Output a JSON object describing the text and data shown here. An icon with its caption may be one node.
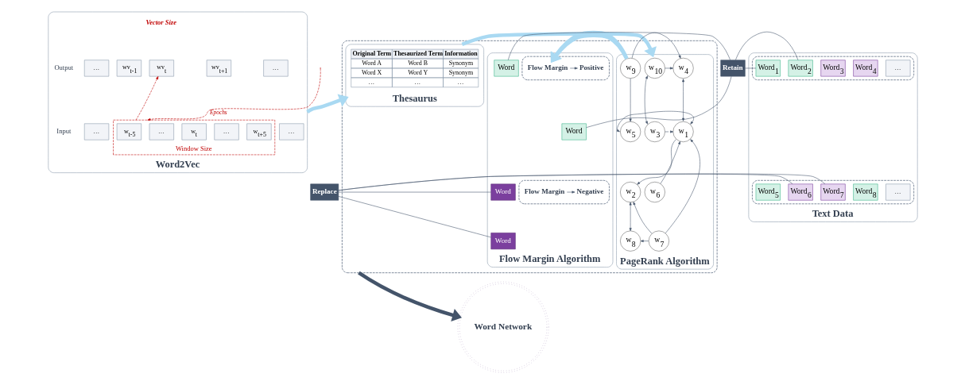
{
  "diagram": {
    "nodes": [
      {
        "text": [
          "Word2Vec"
        ]
      },
      {
        "text": [
          "…"
        ],
        "in": 0
      },
      {
        "text": [
          "wv$_{t-1}$"
        ],
        "in": 0
      },
      {
        "text": [
          "wv$_{t}$"
        ],
        "in": 0
      },
      {
        "text": [
          "wv$_{t+1}$"
        ],
        "in": 0
      },
      {
        "text": [
          "…"
        ],
        "in": 0
      },
      {
        "text": [
          "…"
        ],
        "in": 0
      },
      {
        "text": [
          "Window Size"
        ],
        "in": 0
      },
      {
        "text": [
          "w$_{t-5}$"
        ],
        "in": 7
      },
      {
        "text": [
          "…"
        ],
        "in": 7
      },
      {
        "text": [
          "w$_{t}$"
        ],
        "in": 7
      },
      {
        "text": [
          "…"
        ],
        "in": 7
      },
      {
        "text": [
          "w$_{t+5}$"
        ],
        "in": 7
      },
      {
        "text": [
          "…"
        ],
        "in": 0
      },
      {
        "text": [],
        "shape": "box"
      },
      {
        "text": [
          "Thesaurus"
        ],
        "in": 14
      },
      {
        "text": [
          "Original Term",
          "Thesaurized Term",
          "Information",
          "Word A",
          "Word B",
          "Synonym",
          "Word X",
          "Word Y",
          "Synonym",
          "…",
          "…",
          "…"
        ],
        "in": 15
      },
      {
        "text": [
          "PageRank Algorithm"
        ],
        "in": 14
      },
      {
        "text": [
          "w$_{10}$"
        ],
        "in": 17
      },
      {
        "text": [
          "w$_{4}$"
        ],
        "in": 17
      },
      {
        "text": [
          "w$_{9}$"
        ],
        "in": 17
      },
      {
        "text": [
          "w$_{3}$"
        ],
        "in": 17
      },
      {
        "text": [
          "w$_{5}$"
        ],
        "in": 17
      },
      {
        "text": [
          "w$_{1}$"
        ],
        "in": 17
      },
      {
        "text": [
          "w$_{2}$"
        ],
        "in": 17
      },
      {
        "text": [
          "w$_{6}$"
        ],
        "in": 17
      },
      {
        "text": [
          "w$_{8}$"
        ],
        "in": 17
      },
      {
        "text": [
          "w$_{7}$"
        ],
        "in": 17
      },
      {
        "text": [
          "Flow Margin Algorithm"
        ],
        "in": 14
      },
      {
        "text": [],
        "shape": "box",
        "in": 28
      },
      {
        "text": [
          "Flow Margin"
        ],
        "in": 29
      },
      {
        "text": [
          "Positive"
        ],
        "in": 29
      },
      {
        "text": [
          "Word"
        ],
        "in": 28
      },
      {
        "text": [
          "Word"
        ],
        "in": 28
      },
      {
        "text": [],
        "shape": "box",
        "in": 28
      },
      {
        "text": [
          "Flow Margin"
        ],
        "in": 34
      },
      {
        "text": [
          "Negative"
        ],
        "in": 34
      },
      {
        "text": [
          "Word"
        ],
        "in": 28
      },
      {
        "text": [
          "Word"
        ],
        "in": 28
      },
      {
        "text": [
          "Retain"
        ]
      },
      {
        "text": [
          "Replace"
        ]
      },
      {
        "text": [
          "Text Data"
        ]
      },
      {
        "text": [],
        "shape": "box",
        "in": 41
      },
      {
        "text": [
          "Word$_{1}$"
        ],
        "in": 42
      },
      {
        "text": [
          "Word$_{2}$"
        ],
        "in": 42
      },
      {
        "text": [
          "Word$_{3}$"
        ],
        "in": 42
      },
      {
        "text": [
          "Word$_{4}$"
        ],
        "in": 42
      },
      {
        "text": [
          "…"
        ],
        "in": 42
      },
      {
        "text": [],
        "shape": "box",
        "in": 41
      },
      {
        "text": [
          "Word$_{5}$"
        ],
        "in": 48
      },
      {
        "text": [
          "Word$_{6}$"
        ],
        "in": 48
      },
      {
        "text": [
          "Word$_{7}$"
        ],
        "in": 48
      },
      {
        "text": [
          "Word$_{8}$"
        ],
        "in": 48
      },
      {
        "text": [
          "…"
        ],
        "in": 48
      },
      {
        "text": [
          "Word Network"
        ]
      }
    ],
    "edges": [
      {
        "from": 7,
        "to": 3,
        "arrow": "to",
        "style": "dashed",
        "color": "#c00000"
      },
      {
        "from": null,
        "to": 7,
        "arrow": "to",
        "label": "Epochs",
        "style": "dashed",
        "color": "#c00000"
      },
      {
        "from": 0,
        "to": 15,
        "arrow": "to",
        "style": "thick",
        "color": "#a9d9f2"
      },
      {
        "from": 15,
        "to": 17,
        "arrow": "to",
        "style": "thick",
        "color": "#a9d9f2"
      },
      {
        "from": 17,
        "to": 28,
        "arrow": "to",
        "style": "thick",
        "color": "#a9d9f2"
      },
      {
        "from": 30,
        "to": 31,
        "arrow": "to"
      },
      {
        "from": 35,
        "to": 36,
        "arrow": "to"
      },
      {
        "from": 32,
        "to": 39,
        "arrow": "none"
      },
      {
        "from": 33,
        "to": 39,
        "arrow": "none"
      },
      {
        "from": 39,
        "to": 43,
        "arrow": "none"
      },
      {
        "from": 39,
        "to": 44,
        "arrow": "none"
      },
      {
        "from": 37,
        "to": 40,
        "arrow": "none"
      },
      {
        "from": 38,
        "to": 40,
        "arrow": "none"
      },
      {
        "from": 40,
        "to": 50,
        "arrow": "none"
      },
      {
        "from": 40,
        "to": 51,
        "arrow": "none"
      },
      {
        "from": 14,
        "to": 54,
        "arrow": "to",
        "style": "thick"
      },
      {
        "from": 18,
        "to": 19,
        "arrow": "to"
      },
      {
        "from": 20,
        "to": 19,
        "arrow": "to"
      },
      {
        "from": 20,
        "to": 22,
        "arrow": "to"
      },
      {
        "from": 21,
        "to": 18,
        "arrow": "both"
      },
      {
        "from": 21,
        "to": 23,
        "arrow": "to"
      },
      {
        "from": 19,
        "to": 23,
        "arrow": "both"
      },
      {
        "from": 22,
        "to": 23,
        "arrow": "both"
      },
      {
        "from": 25,
        "to": 23,
        "arrow": "to"
      },
      {
        "from": 23,
        "to": 24,
        "arrow": "to"
      },
      {
        "from": 24,
        "to": 26,
        "arrow": "both"
      },
      {
        "from": 27,
        "to": 23,
        "arrow": "to"
      },
      {
        "from": 27,
        "to": 24,
        "arrow": "to"
      },
      {
        "from": 27,
        "to": 26,
        "arrow": "to"
      }
    ],
    "labels": [
      "Vector Size",
      "Output",
      "Input"
    ]
  }
}
